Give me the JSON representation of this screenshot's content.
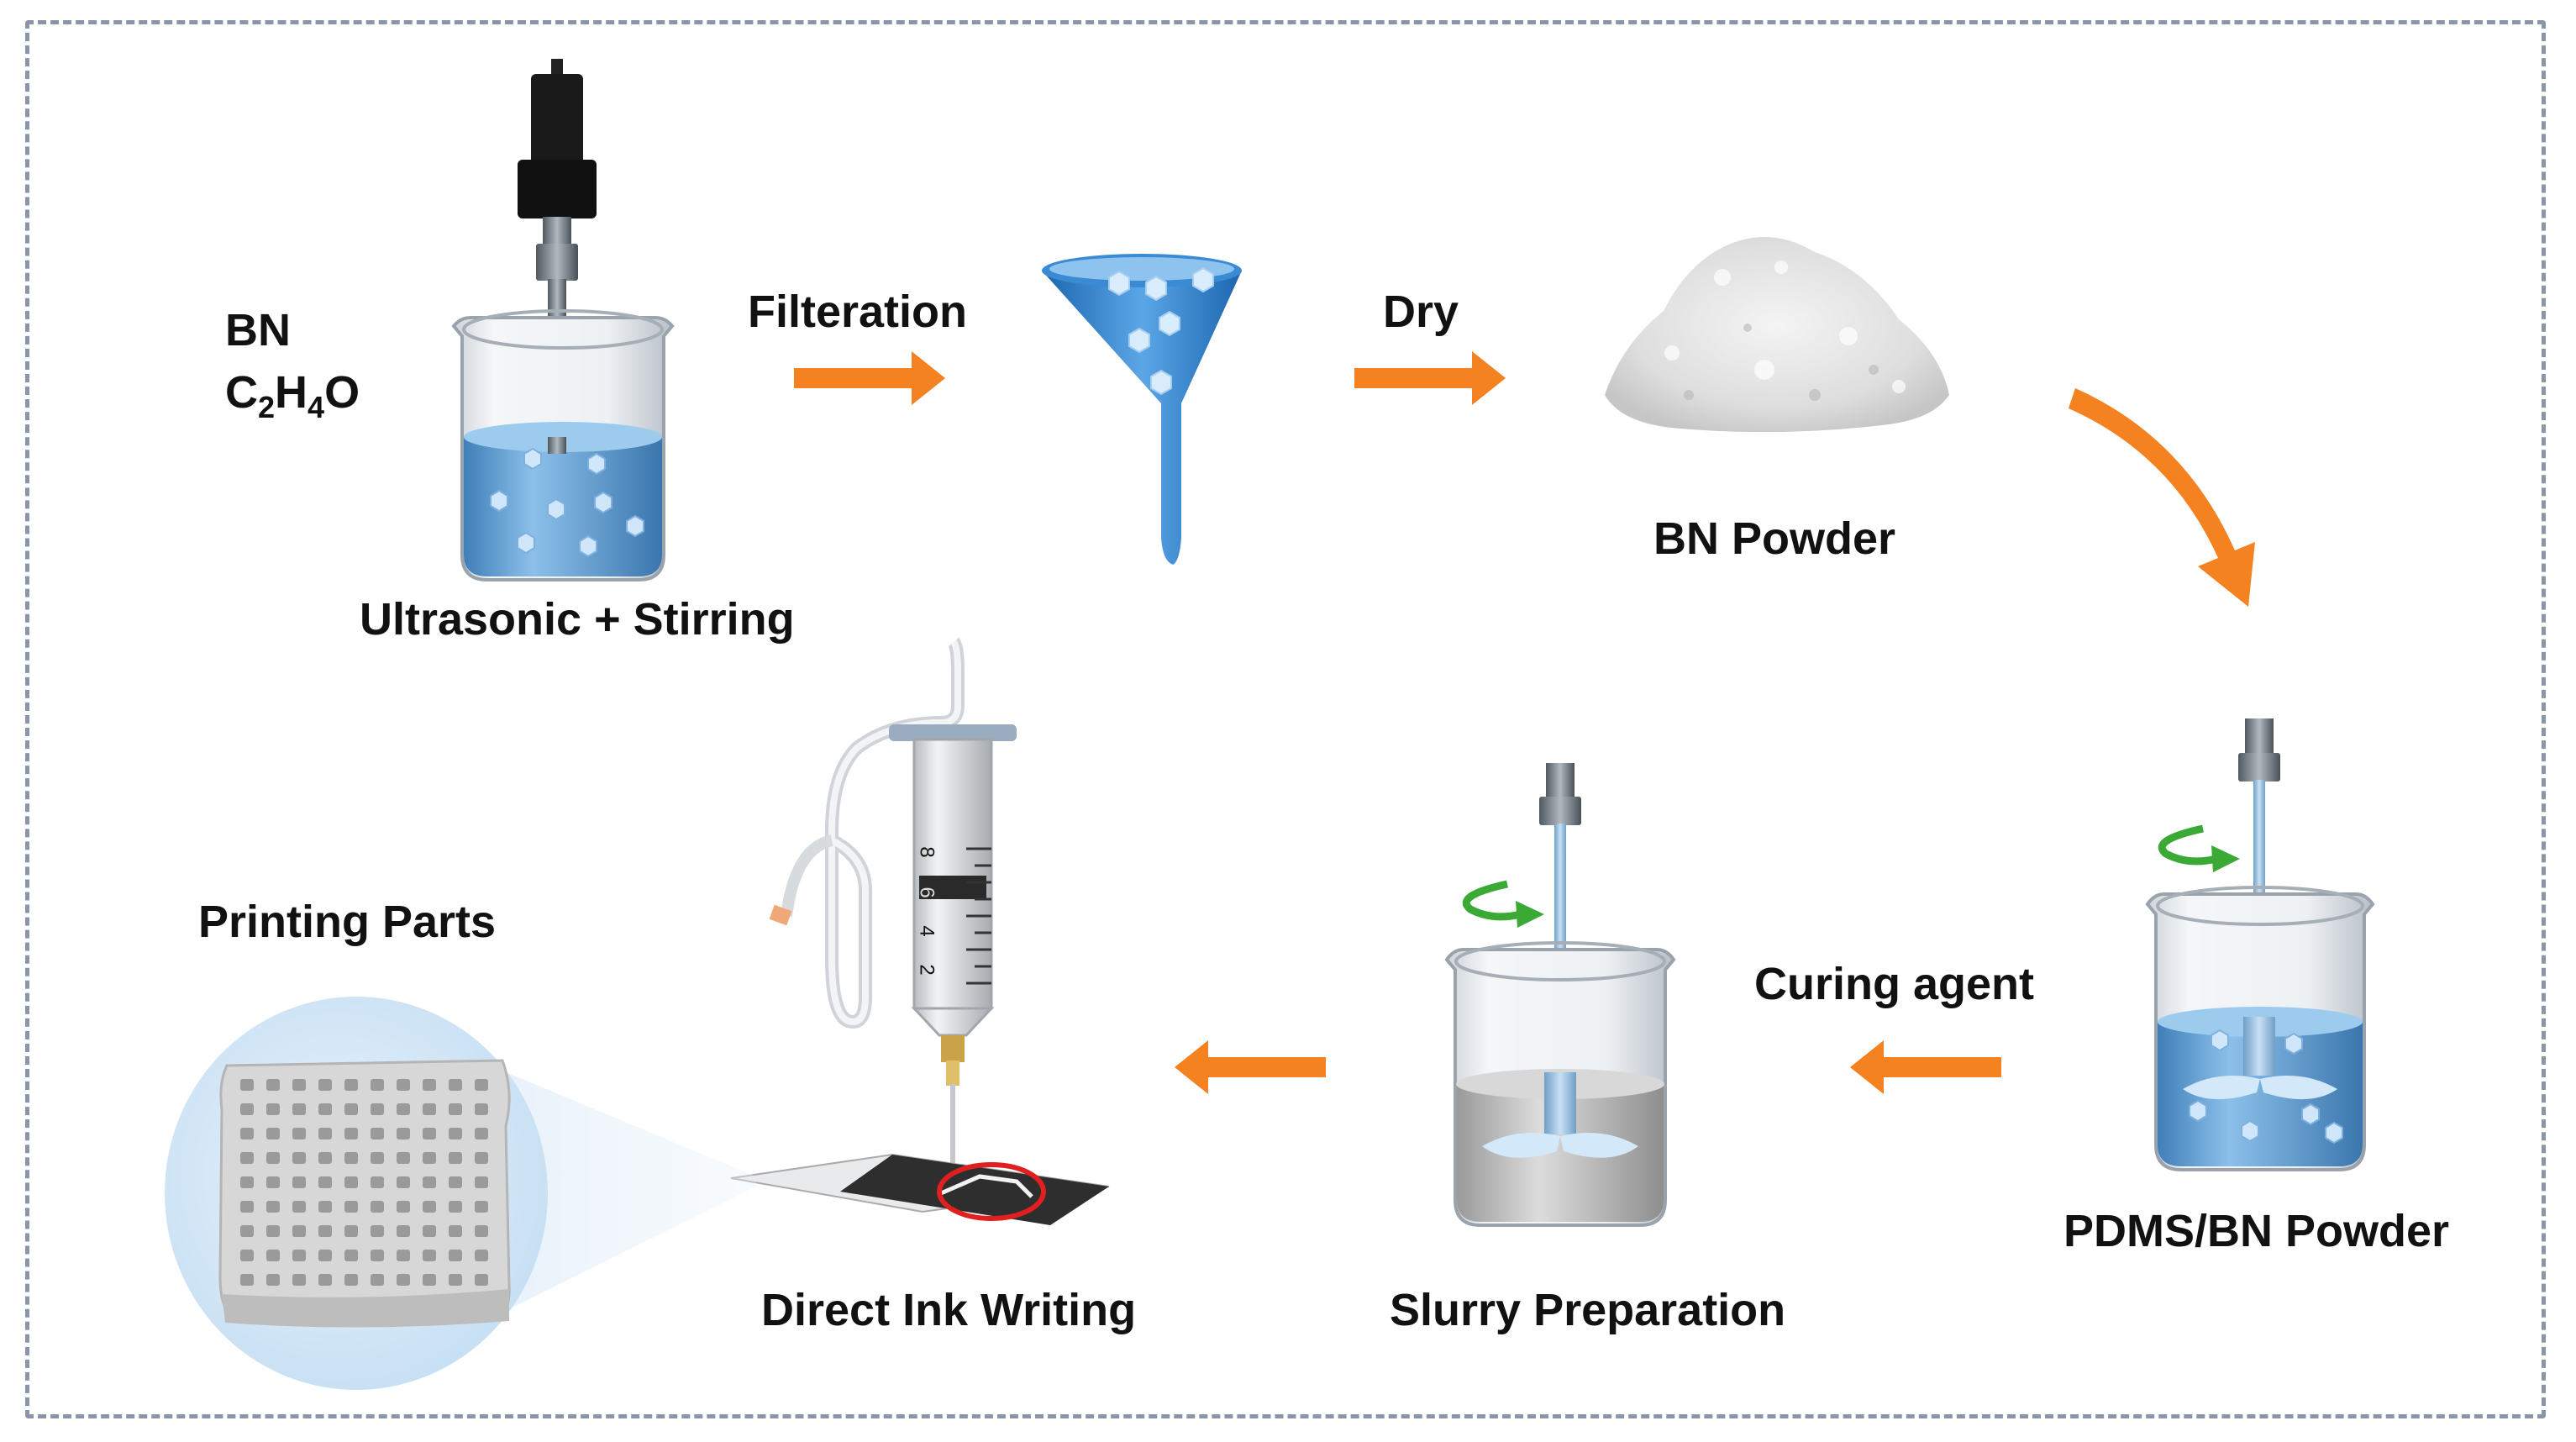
{
  "reagents": {
    "line1": "BN",
    "formula_parts": [
      "C",
      "2",
      "H",
      "4",
      "O"
    ]
  },
  "steps": {
    "ultrasonic": "Ultrasonic + Stirring",
    "filtration": "Filteration",
    "dry": "Dry",
    "bn_powder": "BN Powder",
    "pdms_bn": "PDMS/BN Powder",
    "curing": "Curing agent",
    "slurry": "Slurry Preparation",
    "diw": "Direct Ink Writing",
    "parts": "Printing Parts"
  },
  "syringe_scale": [
    "8",
    "6",
    "4",
    "2"
  ],
  "colors": {
    "arrow": "#f58220",
    "liquid": "#5e9fd6",
    "funnel": "#2d7fc8",
    "rotation": "#3aaa35",
    "frame": "#8a96a8"
  },
  "icons": [
    "sonicator-icon",
    "beaker-icon",
    "funnel-icon",
    "powder-pile-icon",
    "stirrer-icon",
    "syringe-icon",
    "printed-lattice-icon",
    "rotation-arrow-icon",
    "process-arrow-icon"
  ]
}
